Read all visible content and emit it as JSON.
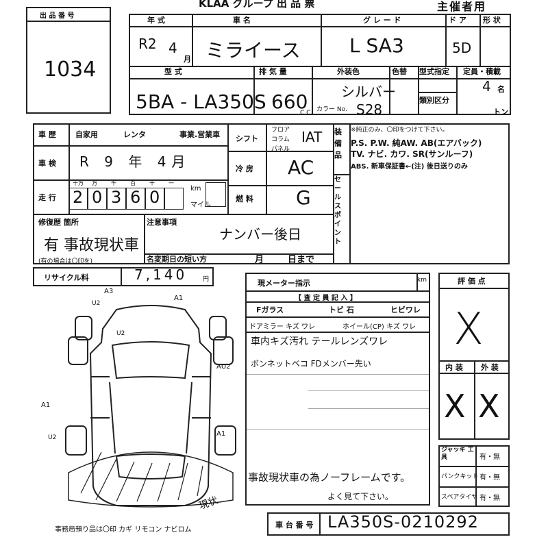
{
  "header": {
    "title": "KLAA グループ 出 品 票",
    "copy": "主催者用"
  },
  "lot": {
    "label": "出 品 番 号",
    "value": "1034"
  },
  "row1": {
    "year_label": "年 式",
    "name_label": "車 名",
    "grade_label": "グ レ ー ド",
    "door_label": "ド ア",
    "shape_label": "形 状",
    "year_era": "R2",
    "year_month": "4",
    "month_unit": "月",
    "name": "ミライース",
    "grade": "L SA3",
    "door": "5D"
  },
  "row2": {
    "model_label": "型 式",
    "disp_label": "排 気 量",
    "color_label": "外装色",
    "color_change_label": "色替",
    "cap_label": "定員・積載",
    "type_label": "型式指定",
    "cat_label": "類別区分",
    "model": "5BA - LA350S",
    "disp": "660",
    "cc": "C.C.",
    "color": "シルバー",
    "color_no_label": "カラー No.",
    "color_no": "S28",
    "cap": "4",
    "cap_unit": "名",
    "ton": "トン"
  },
  "history": {
    "label": "車 歴",
    "own": "自家用",
    "rent": "レンタ",
    "biz": "事業.営業車",
    "inspect_label": "車 検",
    "inspect": "R 9 年 4月",
    "mileage_label": "走 行",
    "mileage_units": [
      "十万",
      "万",
      "千",
      "百",
      "十",
      "一"
    ],
    "mileage": [
      "2",
      "0",
      "3",
      "6",
      "0"
    ],
    "km": "km",
    "mile": "マイル"
  },
  "shift": {
    "label": "シフト",
    "floor": "フロア",
    "column": "コラム",
    "panel": "パネル",
    "value": "IAT",
    "ac_label": "冷 房",
    "ac": "AC",
    "fuel_label": "燃 料",
    "fuel": "G"
  },
  "equip": {
    "label": "装 備 品",
    "note": "※純正のみ、〇印をつけて下さい。",
    "line1": "P.S. P.W. 純AW. AB(エアバック)",
    "line2": "TV. ナビ. カワ. SR(サンルーフ)",
    "line3": "ABS. 新車保証書←(注) 後日送りのみ"
  },
  "sales_point": "セールスポイント",
  "repair": {
    "label": "修復歴 箇所",
    "value": "有 事故現状車",
    "note": "(有の場合は〇印を)"
  },
  "remarks": {
    "label": "注意事項",
    "value": "ナンバー後日",
    "short": "名変期日の短い方",
    "month": "月",
    "day": "日まで"
  },
  "recycle": {
    "label": "リサイクル料",
    "value": "7,140",
    "unit": "円"
  },
  "meter": {
    "label": "現メーター指示",
    "unit": "km"
  },
  "inspection": {
    "title": "【 査 定 員 記 入 】",
    "fglass": "Fガラス",
    "tobi": "トビ 石",
    "hibi": "ヒビワレ",
    "mirror": "ドアミラー キズ ワレ",
    "wheel": "ホイール(CP) キズ ワレ",
    "note1": "車内キズ汚れ テールレンズワレ",
    "note2": "ボンネットベコ FDメンバー先い",
    "note3": "事故現状車の為ノーフレームです。",
    "note4": "よく見て下さい。"
  },
  "score": {
    "label": "評 価 点",
    "value": "X",
    "interior_label": "内 装",
    "exterior_label": "外 装",
    "interior": "X",
    "exterior": "X"
  },
  "jack": {
    "label": "ジャッキ 工 具",
    "puncture": "パンクキット",
    "spare": "スペアタイヤ",
    "choice": "有・無"
  },
  "chassis": {
    "label": "車 台 番 号",
    "value": "LA350S-0210292"
  },
  "bottom_note": "事務局預り品は〇印  カギ  リモコン  ナビロム",
  "diagram": {
    "a3": "A3",
    "a1": [
      "A1",
      "A1",
      "A1"
    ],
    "u2": [
      "U2",
      "U2",
      "U2"
    ],
    "au2": "AU2",
    "genjo": "現状"
  }
}
